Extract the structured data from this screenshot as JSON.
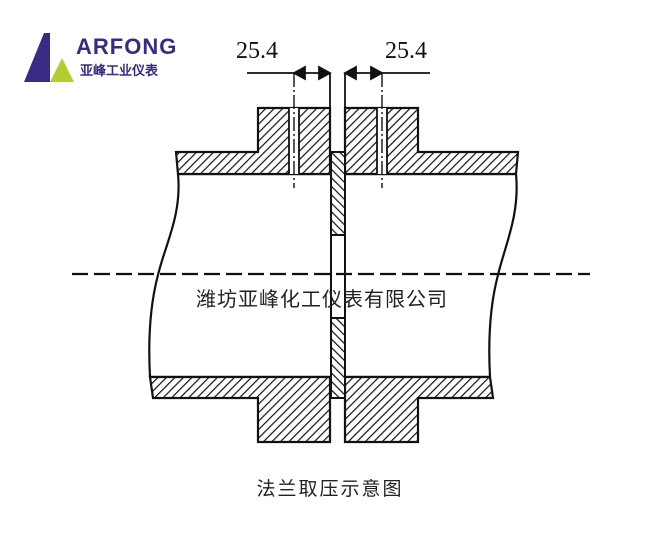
{
  "logo": {
    "brand": "ARFONG",
    "subtitle": "亚峰工业仪表",
    "colors": {
      "purple": "#3a2a86",
      "green": "#b5cc2e"
    }
  },
  "diagram": {
    "dimension_left": "25.4",
    "dimension_right": "25.4",
    "watermark": "潍坊亚峰化工仪表有限公司",
    "caption": "法兰取压示意图",
    "line_color": "#111111",
    "hatch_pattern": "diagonal-45"
  }
}
